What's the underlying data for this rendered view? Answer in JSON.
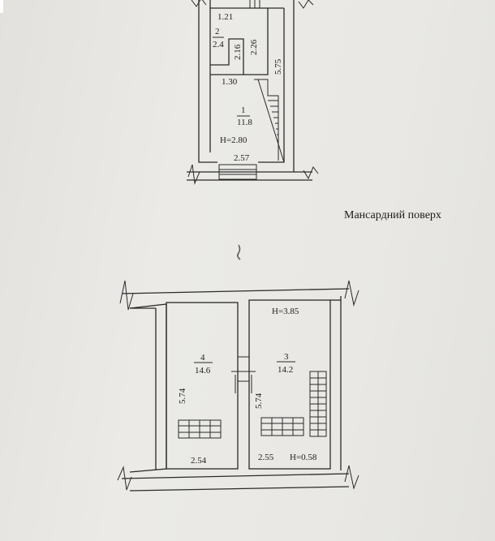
{
  "floor_title": "Мансардний поверх",
  "ground_floor": {
    "rooms": [
      {
        "number": "2",
        "area": "2.4"
      },
      {
        "number": "1",
        "area": "11.8"
      }
    ],
    "dimensions": [
      "1.21",
      "2.16",
      "2.26",
      "5.75",
      "1.30",
      "2.57"
    ],
    "height": "H=2.80"
  },
  "attic_floor": {
    "rooms": [
      {
        "number": "4",
        "area": "14.6"
      },
      {
        "number": "3",
        "area": "14.2"
      }
    ],
    "dimensions": [
      "5.74",
      "2.54",
      "5.74",
      "2.55"
    ],
    "heights": [
      "H=3.85",
      "H=0.58"
    ]
  }
}
